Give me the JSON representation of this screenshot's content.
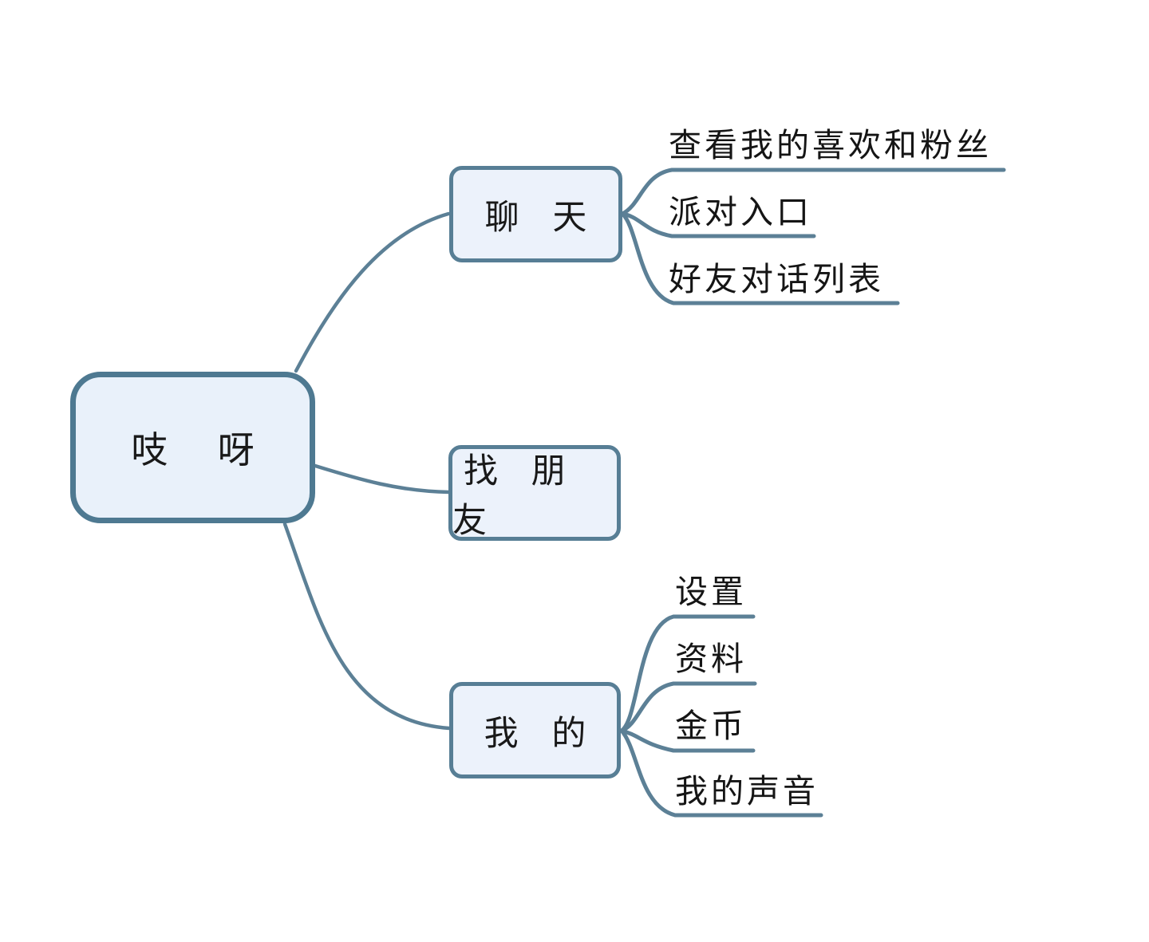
{
  "diagram": {
    "type": "mindmap",
    "root": {
      "label": "吱 呀"
    },
    "branches": [
      {
        "label": "聊 天",
        "children": [
          {
            "label": "查看我的喜欢和粉丝"
          },
          {
            "label": "派对入口"
          },
          {
            "label": "好友对话列表"
          }
        ]
      },
      {
        "label": "找 朋 友",
        "children": []
      },
      {
        "label": "我 的",
        "children": [
          {
            "label": "设置"
          },
          {
            "label": "资料"
          },
          {
            "label": "金币"
          },
          {
            "label": "我的声音"
          }
        ]
      }
    ],
    "colors": {
      "background": "#ffffff",
      "node_fill": "#ecf2fb",
      "root_fill": "#e9f1fa",
      "root_border": "#4e7991",
      "branch_border": "#577e95",
      "connector_line": "#5c8096",
      "text": "#191919"
    }
  }
}
